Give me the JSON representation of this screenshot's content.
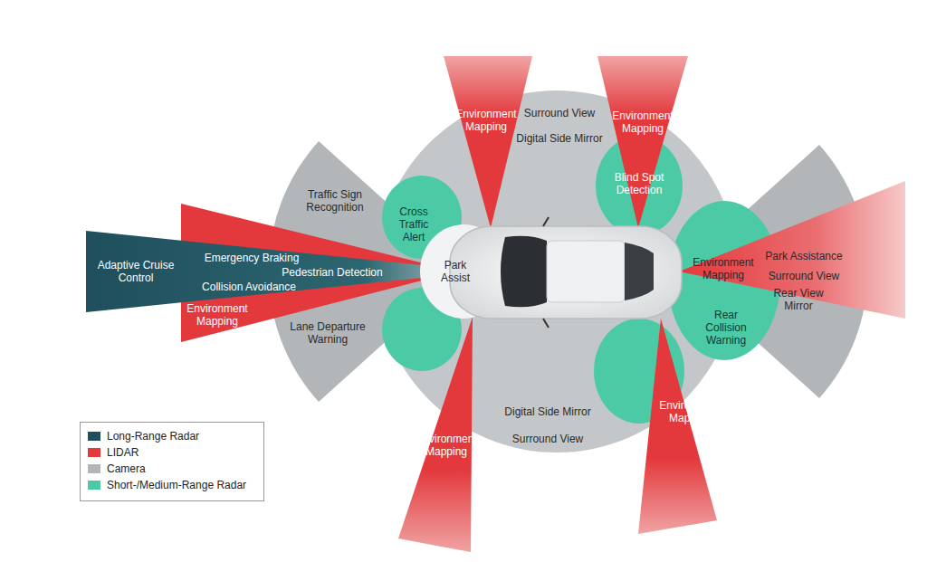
{
  "diagram": {
    "labels": [
      "Surround View",
      "Digital Side Mirror",
      "Environment Mapping",
      "Environment Mapping",
      "Blind Spot Detection",
      "Traffic Sign Recognition",
      "Cross Traffic Alert",
      "Adaptive Cruise Control",
      "Emergency Braking",
      "Pedestrian Detection",
      "Collision Avoidance",
      "Environment Mapping",
      "Park Assist",
      "Lane Departure Warning",
      "Environment Mapping",
      "Park Assistance",
      "Surround View",
      "Rear View Mirror",
      "Rear Collision Warning",
      "Digital Side Mirror",
      "Surround View",
      "Environment Mapping",
      "Environment Mapping"
    ],
    "legend": [
      {
        "text": "Long-Range Radar",
        "color": "#1f4f5c"
      },
      {
        "text": "LIDAR",
        "color": "#e3393d"
      },
      {
        "text": "Camera",
        "color": "#b3b6b8"
      },
      {
        "text": "Short-/Medium-Range Radar",
        "color": "#4ccaa6"
      }
    ]
  }
}
